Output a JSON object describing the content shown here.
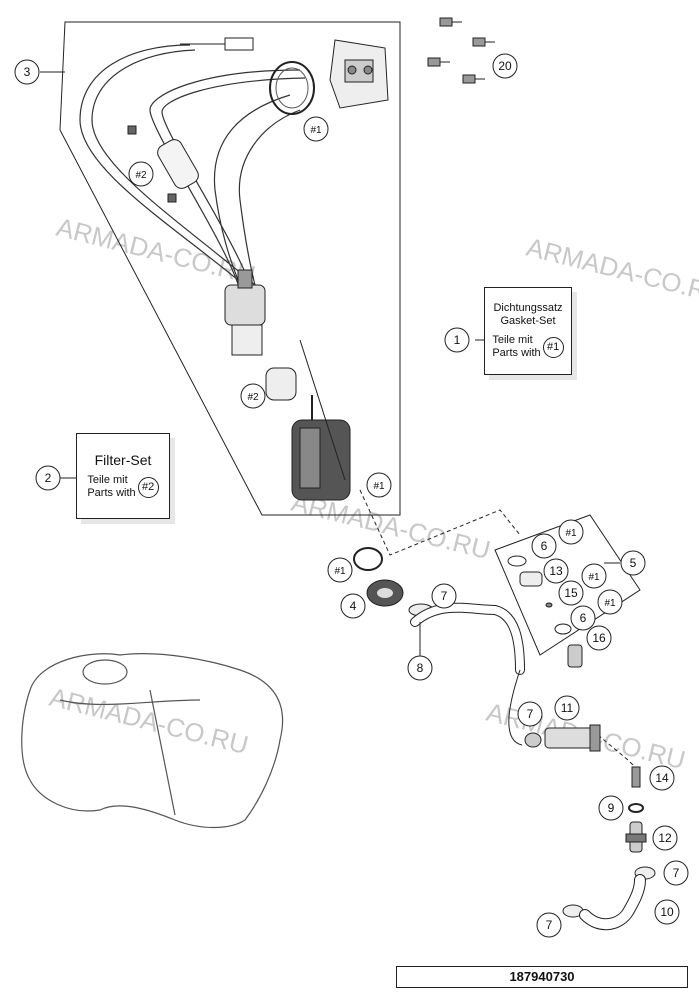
{
  "diagram_id": "187940730",
  "watermark": "ARMADA-CO.RU",
  "gasket_set": {
    "title_de": "Dichtungssatz",
    "title_en": "Gasket-Set",
    "parts_de": "Teile mit",
    "parts_en": "Parts with",
    "ref": "#1"
  },
  "filter_set": {
    "title": "Filter-Set",
    "parts_de": "Teile mit",
    "parts_en": "Parts with",
    "ref": "#2"
  },
  "callouts": {
    "c1": "1",
    "c2": "2",
    "c3": "3",
    "c4": "4",
    "c5": "5",
    "c6a": "6",
    "c6b": "6",
    "c7a": "7",
    "c7b": "7",
    "c7c": "7",
    "c7d": "7",
    "c8": "8",
    "c9": "9",
    "c10": "10",
    "c11": "11",
    "c12": "12",
    "c13": "13",
    "c14": "14",
    "c15": "15",
    "c16": "16",
    "c20": "20",
    "r1_top": "#1",
    "r2_top": "#2",
    "r2_mid": "#2",
    "r1_mid": "#1",
    "r1_left": "#1",
    "r1_set_a": "#1",
    "r1_set_b": "#1",
    "r1_set_c": "#1"
  }
}
